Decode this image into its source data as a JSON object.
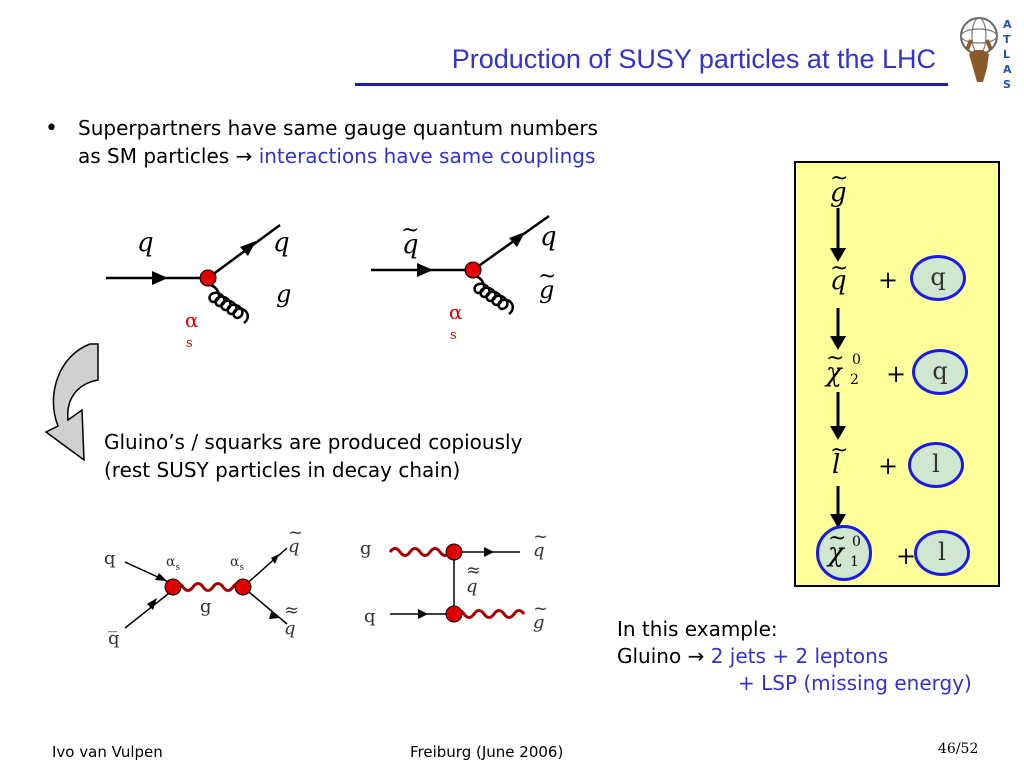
{
  "slide": {
    "title": "Production of SUSY particles at the LHC",
    "bullet_line1": "Superpartners have same gauge quantum numbers",
    "bullet_line2_prefix": "as SM particles",
    "bullet_line2_arrow": "→",
    "bullet_line2_highlight": "interactions have same couplings",
    "note_line1": "Gluino’s / squarks are produced copiously",
    "note_line2": "(rest SUSY particles in decay chain)"
  },
  "vertex_diagrams": {
    "left": {
      "in": "q",
      "out_top": "q",
      "out_bottom": "g",
      "coupling": "α",
      "coupling_sub": "s"
    },
    "right": {
      "in": "q",
      "out_top": "q",
      "out_bottom": "g",
      "coupling": "α",
      "coupling_sub": "s"
    }
  },
  "feynman_bottom": {
    "s_channel": {
      "in_top": "q",
      "in_bottom": "q",
      "mid": "g",
      "out_top": "q",
      "out_bottom": "q",
      "coupling": "α",
      "coupling_sub": "s"
    },
    "t_channel": {
      "in_top": "g",
      "in_bottom": "q",
      "mid": "q",
      "out_top": "q",
      "out_bottom": "g"
    }
  },
  "decay_chain": {
    "gluino": "g",
    "squark": "q",
    "neutralino2": "χ",
    "neutralino2_sup": "0",
    "neutralino2_sub": "2",
    "slepton": "l",
    "neutralino1": "χ",
    "neutralino1_sup": "0",
    "neutralino1_sub": "1",
    "plus": "+",
    "products": [
      "q",
      "q",
      "l",
      "l"
    ]
  },
  "example": {
    "line1": "In this example:",
    "line2_prefix": "Gluino",
    "line2_arrow": "→",
    "line2_highlight": "2 jets + 2 leptons",
    "line3_highlight": "+ LSP (missing energy)"
  },
  "footer": {
    "author": "Ivo van Vulpen",
    "event": "Freiburg (June 2006)",
    "page": "46/52"
  },
  "logo": {
    "text": "ATLAS"
  },
  "colors": {
    "title_blue": "#3333cc",
    "vertex_red": "#e00000",
    "box_yellow": "#ffff99",
    "circle_border": "#1a1ae6",
    "circle_fill": "#cfe6cf"
  }
}
